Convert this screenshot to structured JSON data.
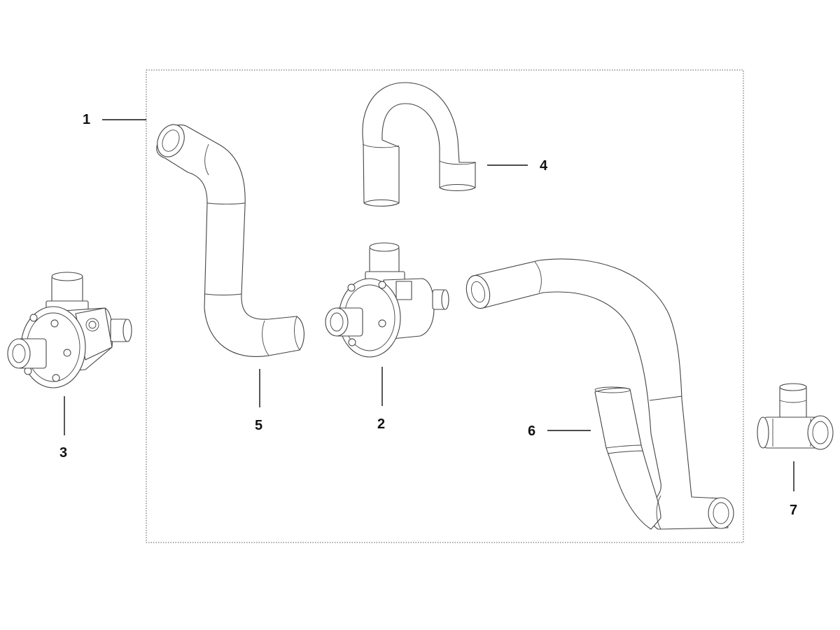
{
  "callouts": {
    "c1": "1",
    "c2": "2",
    "c3": "3",
    "c4": "4",
    "c5": "5",
    "c6": "6",
    "c7": "7"
  },
  "colors": {
    "line": "#444444",
    "text": "#111111",
    "background": "#ffffff"
  },
  "icons": [
    "water-valve-icon",
    "hose-icon",
    "tee-fitting-icon"
  ]
}
